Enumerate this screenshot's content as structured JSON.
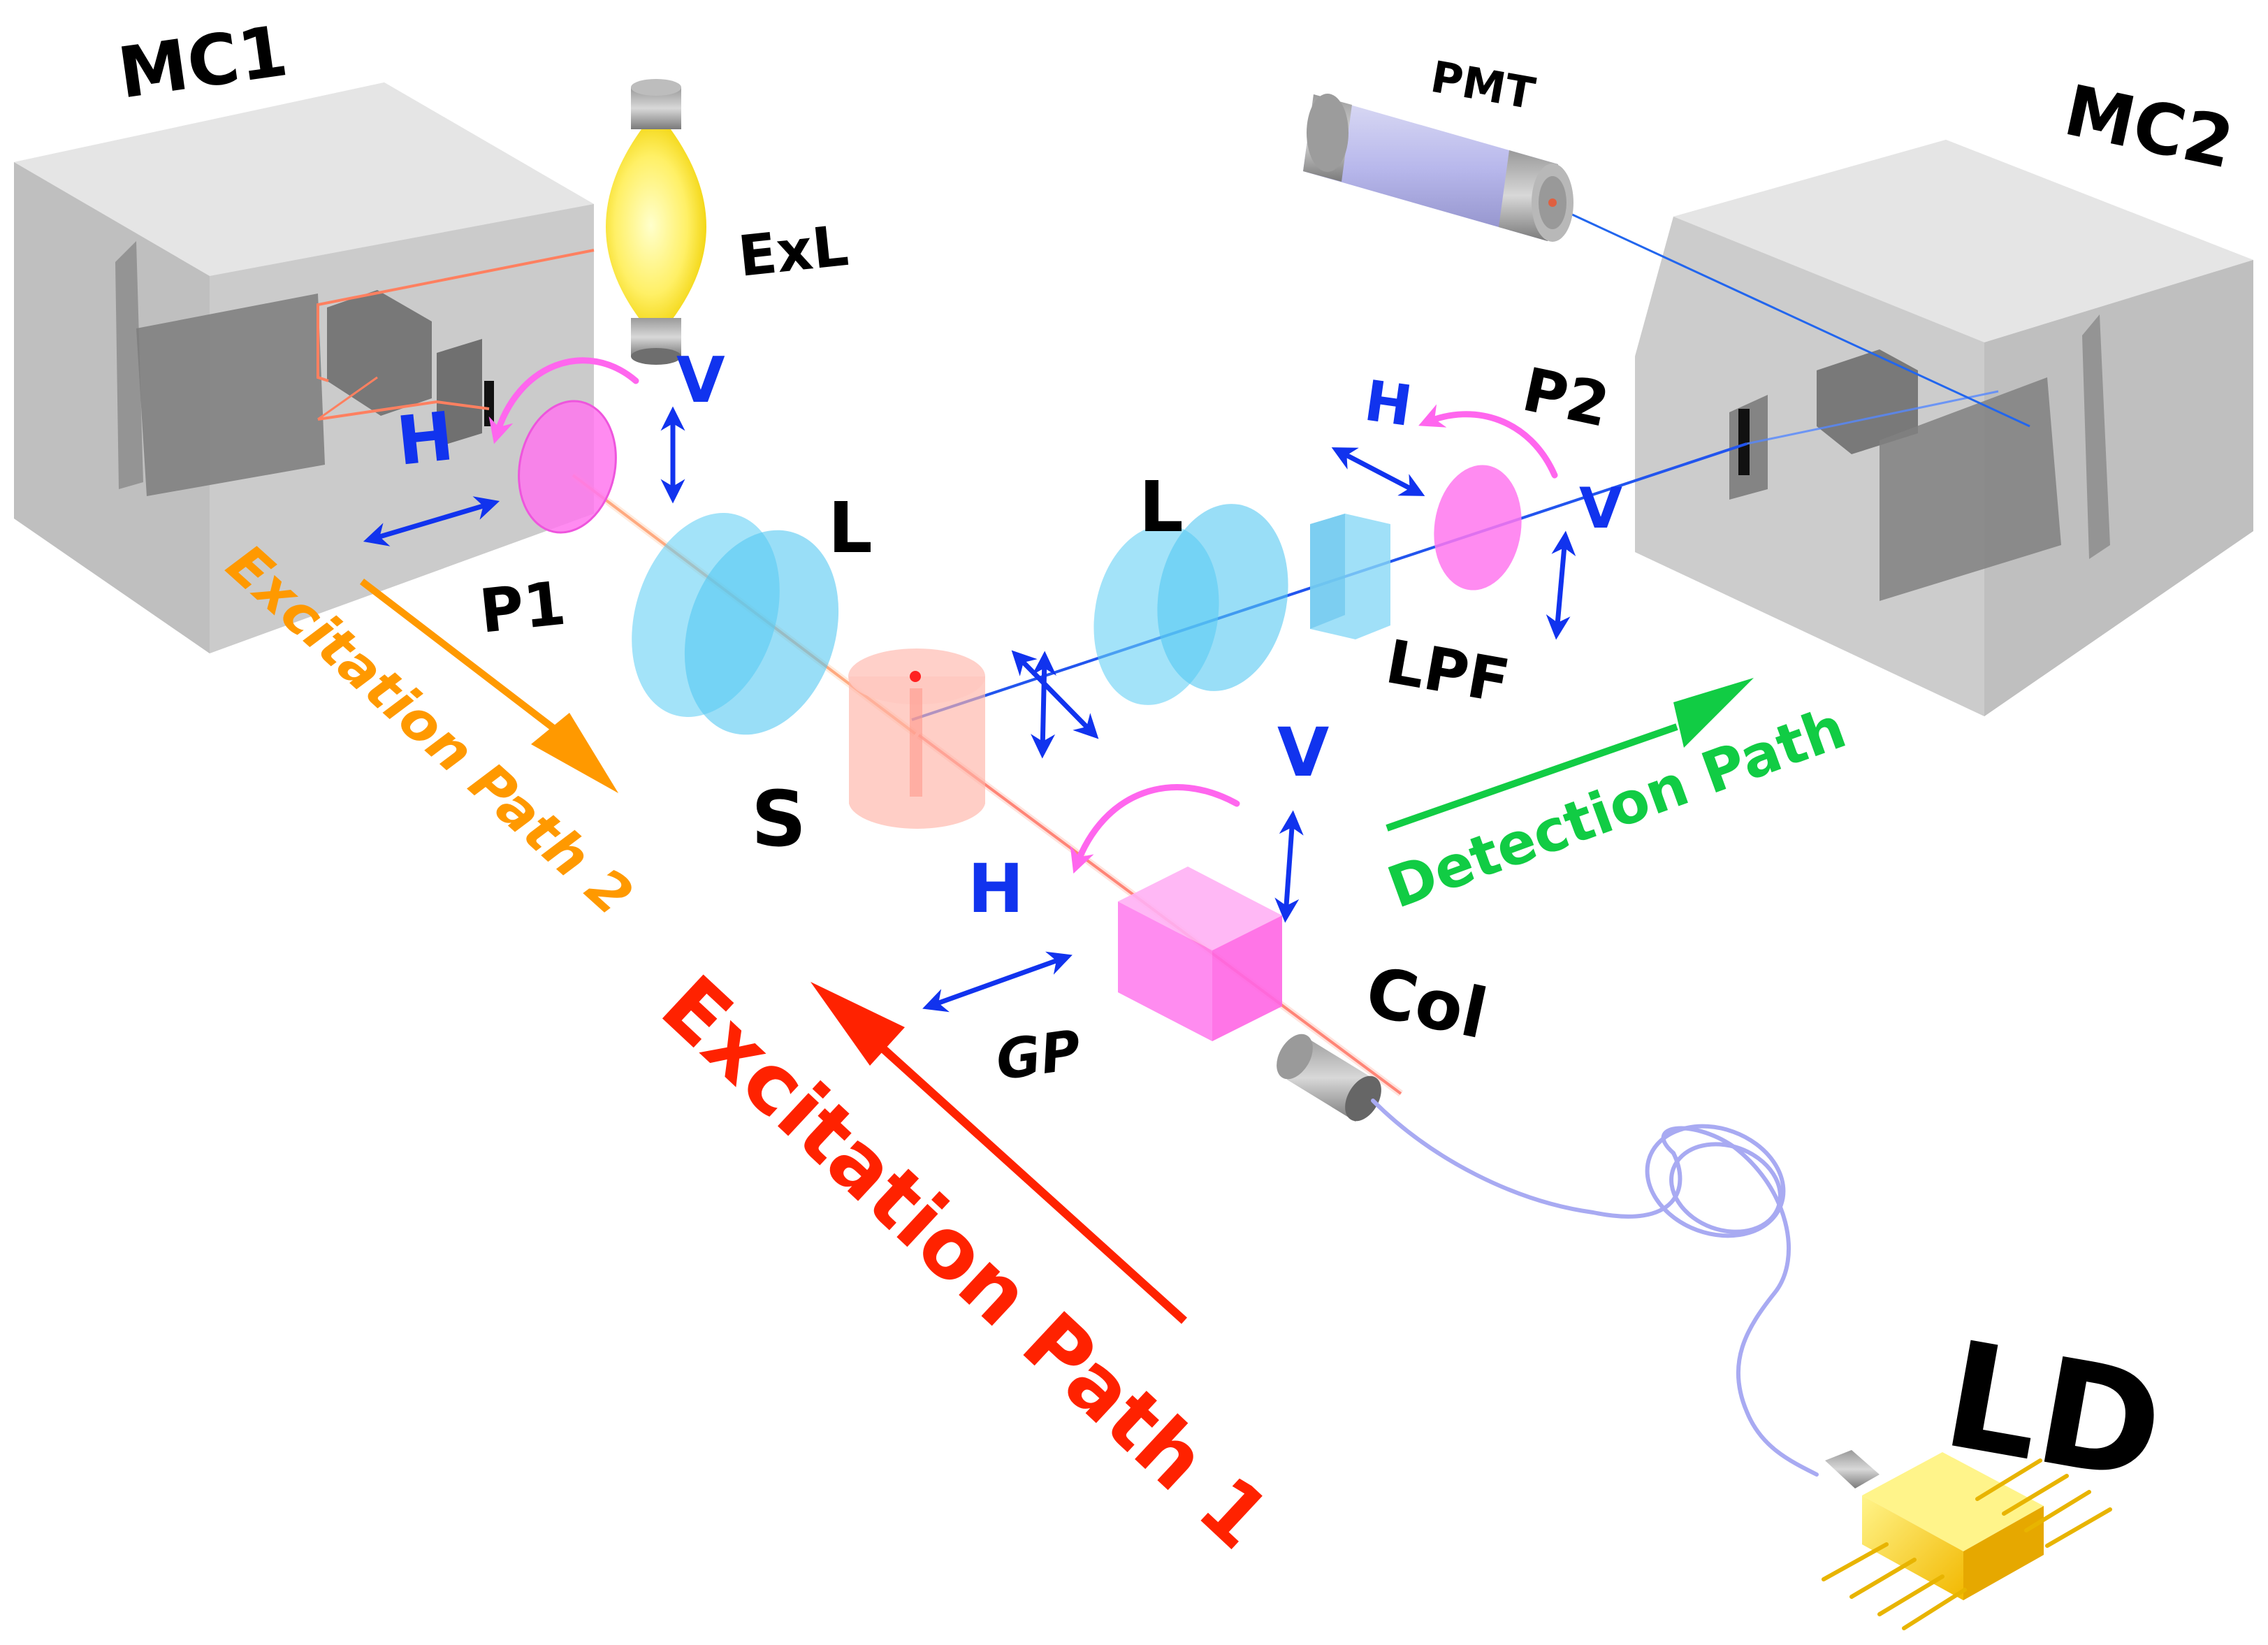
{
  "labels": {
    "mc1": "MC1",
    "mc2": "MC2",
    "pmt": "PMT",
    "exl": "ExL",
    "p1": "P1",
    "p2": "P2",
    "lens_left": "L",
    "lens_right": "L",
    "lpf": "LPF",
    "sample": "S",
    "gp": "GP",
    "col": "Col",
    "ld": "LD",
    "h_p1": "H",
    "v_exl": "V",
    "h_p2": "H",
    "v_p2": "V",
    "h_gp": "H",
    "v_gp": "V"
  },
  "paths": {
    "excitation1": "Excitation Path 1",
    "excitation2": "Excitation Path 2",
    "detection": "Detection Path"
  },
  "colors": {
    "excitation1": "#ff2200",
    "excitation2": "#ff9900",
    "detection": "#11cc44",
    "polarization": "#1133ee",
    "polarizer": "#ff66ee",
    "lens": "#44ccf5",
    "lamp": "#ffee44",
    "ld": "#ffd21a"
  }
}
